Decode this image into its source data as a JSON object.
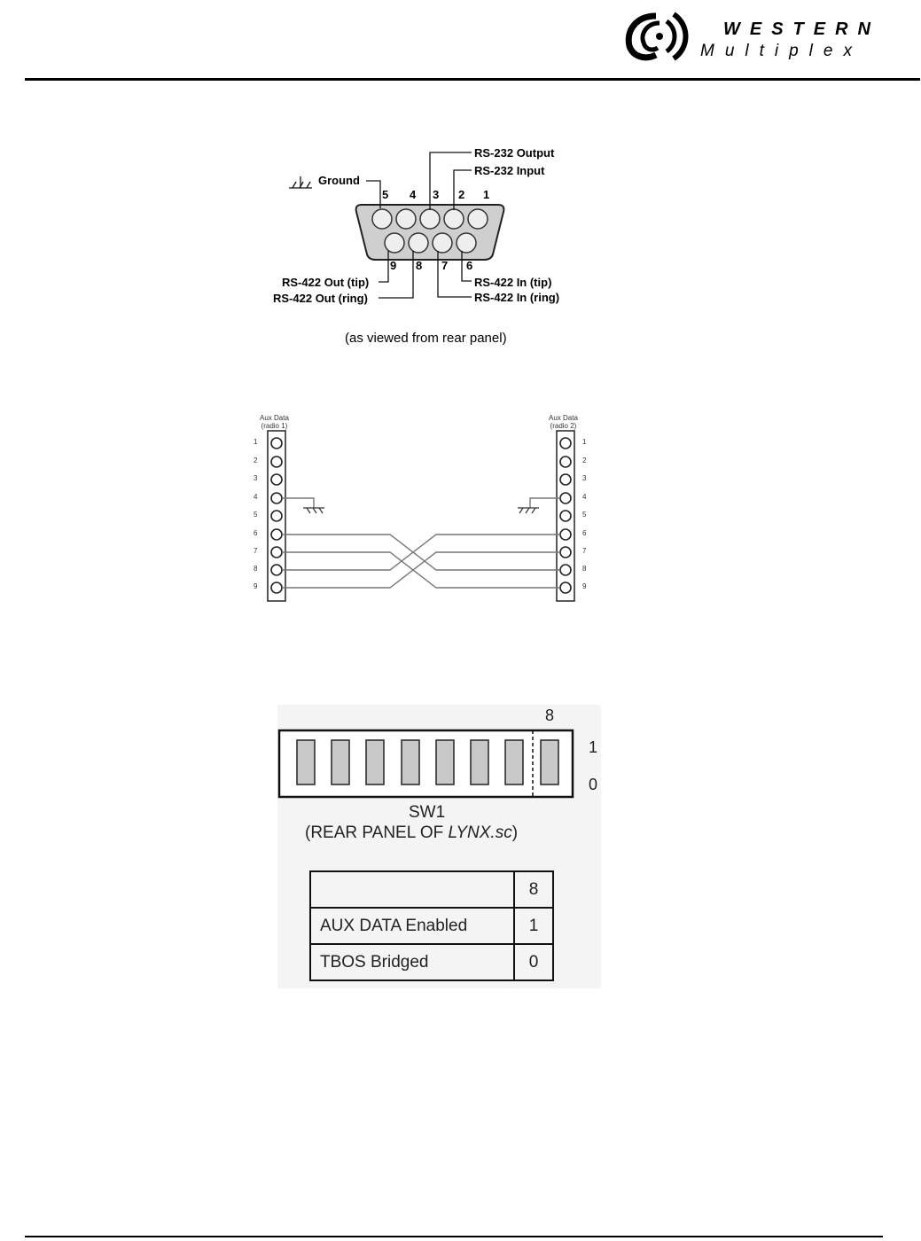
{
  "header": {
    "logo_word1": "WESTERN",
    "logo_word2": "Multiplex"
  },
  "connector": {
    "top_pins": [
      "5",
      "4",
      "3",
      "2",
      "1"
    ],
    "bottom_pins": [
      "9",
      "8",
      "7",
      "6"
    ],
    "labels": {
      "ground": "Ground",
      "rs232_output": "RS-232 Output",
      "rs232_input": "RS-232 Input",
      "rs422_out_tip": "RS-422 Out (tip)",
      "rs422_out_ring": "RS-422 Out (ring)",
      "rs422_in_tip": "RS-422 In (tip)",
      "rs422_in_ring": "RS-422 In (ring)"
    },
    "caption": "(as viewed from rear panel)"
  },
  "wiring": {
    "left_title_line1": "Aux Data",
    "left_title_line2": "(radio 1)",
    "right_title_line1": "Aux Data",
    "right_title_line2": "(radio 2)",
    "pins": [
      "1",
      "2",
      "3",
      "4",
      "5",
      "6",
      "7",
      "8",
      "9"
    ]
  },
  "switch": {
    "position_label": "8",
    "state_on": "1",
    "state_off": "0",
    "name": "SW1",
    "caption_prefix": "(REAR PANEL OF ",
    "caption_product": "LYNX.sc",
    "caption_suffix": ")",
    "table": {
      "header": [
        "",
        "8"
      ],
      "rows": [
        [
          "AUX DATA Enabled",
          "1"
        ],
        [
          "TBOS Bridged",
          "0"
        ]
      ]
    }
  }
}
